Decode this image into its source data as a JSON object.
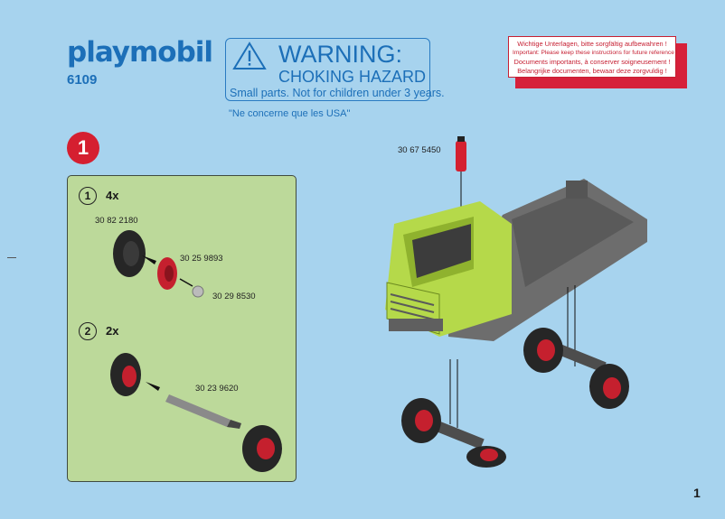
{
  "brand": "playmobil",
  "set_number": "6109",
  "warning": {
    "title": "WARNING:",
    "subtitle": "CHOKING HAZARD",
    "detail": "Small parts. Not for children under 3 years.",
    "usa_note": "\"Ne concerne que les USA\""
  },
  "notice": {
    "lines": [
      "Wichtige Unterlagen, bitte sorgfältig aufbewahren !",
      "Important: Please keep these instructions for future reference !",
      "Documents importants, à conserver soigneusement !",
      "Belangrijke documenten, bewaar deze zorgvuldig !"
    ]
  },
  "step": {
    "number": "1",
    "substeps": [
      {
        "num": "1",
        "qty": "4x",
        "parts": [
          "30 82 2180",
          "30 25 9893",
          "30 29 8530"
        ]
      },
      {
        "num": "2",
        "qty": "2x",
        "parts": [
          "30 23 9620"
        ]
      }
    ]
  },
  "truck": {
    "extinguisher_part": "30 67 5450"
  },
  "page_number": "1",
  "colors": {
    "background": "#a7d3ee",
    "brand_blue": "#1c6fb8",
    "accent_red": "#d51f30",
    "panel": "#bcd99a",
    "cab": "#b5d94a"
  }
}
